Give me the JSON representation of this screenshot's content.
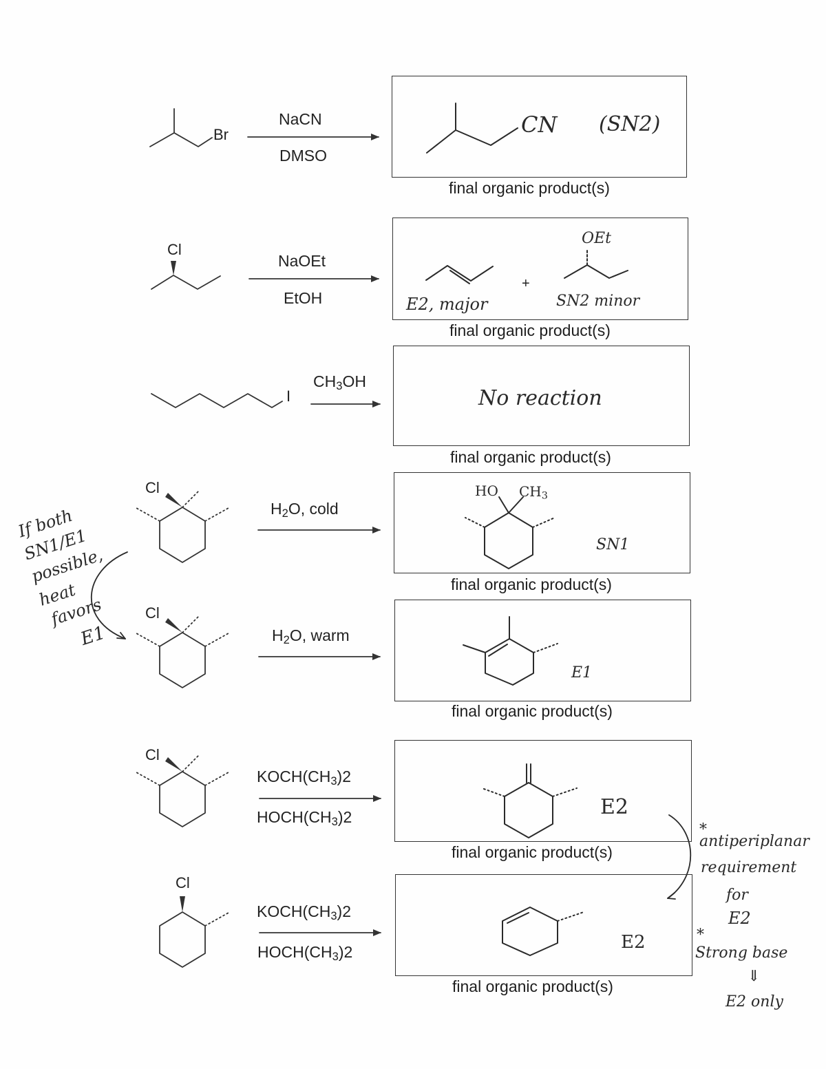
{
  "caption": "final organic product(s)",
  "reactions": [
    {
      "substrate_atom": "Br",
      "reagent_top": {
        "text": "NaCN"
      },
      "reagent_bottom": {
        "text": "DMSO"
      },
      "answer": {
        "group": "CN",
        "mechanism": "(SN2)"
      }
    },
    {
      "substrate_atom": "Cl",
      "reagent_top": {
        "text": "NaOEt"
      },
      "reagent_bottom": {
        "text": "EtOH"
      },
      "answer": {
        "plus": "+",
        "substituent": "OEt",
        "label_left": "E2, major",
        "label_right": "SN2 minor"
      }
    },
    {
      "substrate_atom": "I",
      "reagent_top": {
        "text": "CH",
        "sub": "3",
        "tail": "OH"
      },
      "answer": {
        "note": "No reaction"
      }
    },
    {
      "substrate_atom": "Cl",
      "reagent_top": {
        "text": "H",
        "sub": "2",
        "tail": "O, cold"
      },
      "answer": {
        "group_left": "HO",
        "group_right": "CH",
        "group_right_sub": "3",
        "mechanism": "SN1"
      }
    },
    {
      "substrate_atom": "Cl",
      "reagent_top": {
        "text": "H",
        "sub": "2",
        "tail": "O, warm"
      },
      "answer": {
        "mechanism": "E1"
      }
    },
    {
      "substrate_atom": "Cl",
      "reagent_top": {
        "text": "KOCH(CH",
        "sub": "3",
        "tail": ")2"
      },
      "reagent_bottom": {
        "text": "HOCH(CH",
        "sub": "3",
        "tail": ")2"
      },
      "answer": {
        "mechanism": "E2"
      }
    },
    {
      "substrate_atom": "Cl",
      "reagent_top": {
        "text": "KOCH(CH",
        "sub": "3",
        "tail": ")2"
      },
      "reagent_bottom": {
        "text": "HOCH(CH",
        "sub": "3",
        "tail": ")2"
      },
      "answer": {
        "mechanism": "E2"
      }
    }
  ],
  "margin_notes": {
    "left": [
      "If both",
      "SN1/E1",
      "possible,",
      "heat",
      "favors",
      "E1"
    ],
    "right_star": "*",
    "right": [
      "antiperiplanar",
      "requirement",
      "for",
      "E2"
    ],
    "right2_star": "*",
    "right2": [
      "Strong base",
      "⇓",
      "E2 only"
    ]
  }
}
